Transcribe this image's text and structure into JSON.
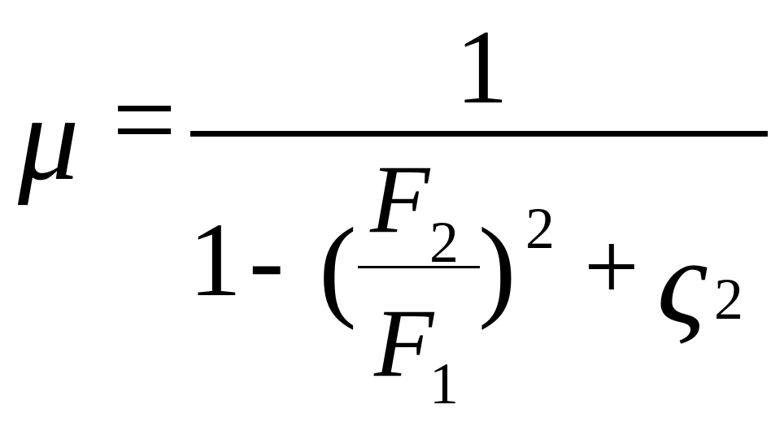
{
  "formula": {
    "lhs": "μ",
    "equals": "=",
    "numerator": "1",
    "denominator": {
      "one": "1",
      "minus": "-",
      "open_paren": "(",
      "ratio_numerator": "F",
      "ratio_numerator_sub": "2",
      "ratio_denominator": "F",
      "ratio_denominator_sub": "1",
      "close_paren": ")",
      "exponent": "2",
      "plus": "+",
      "zeta": "ς",
      "zeta_sub": "2"
    }
  }
}
